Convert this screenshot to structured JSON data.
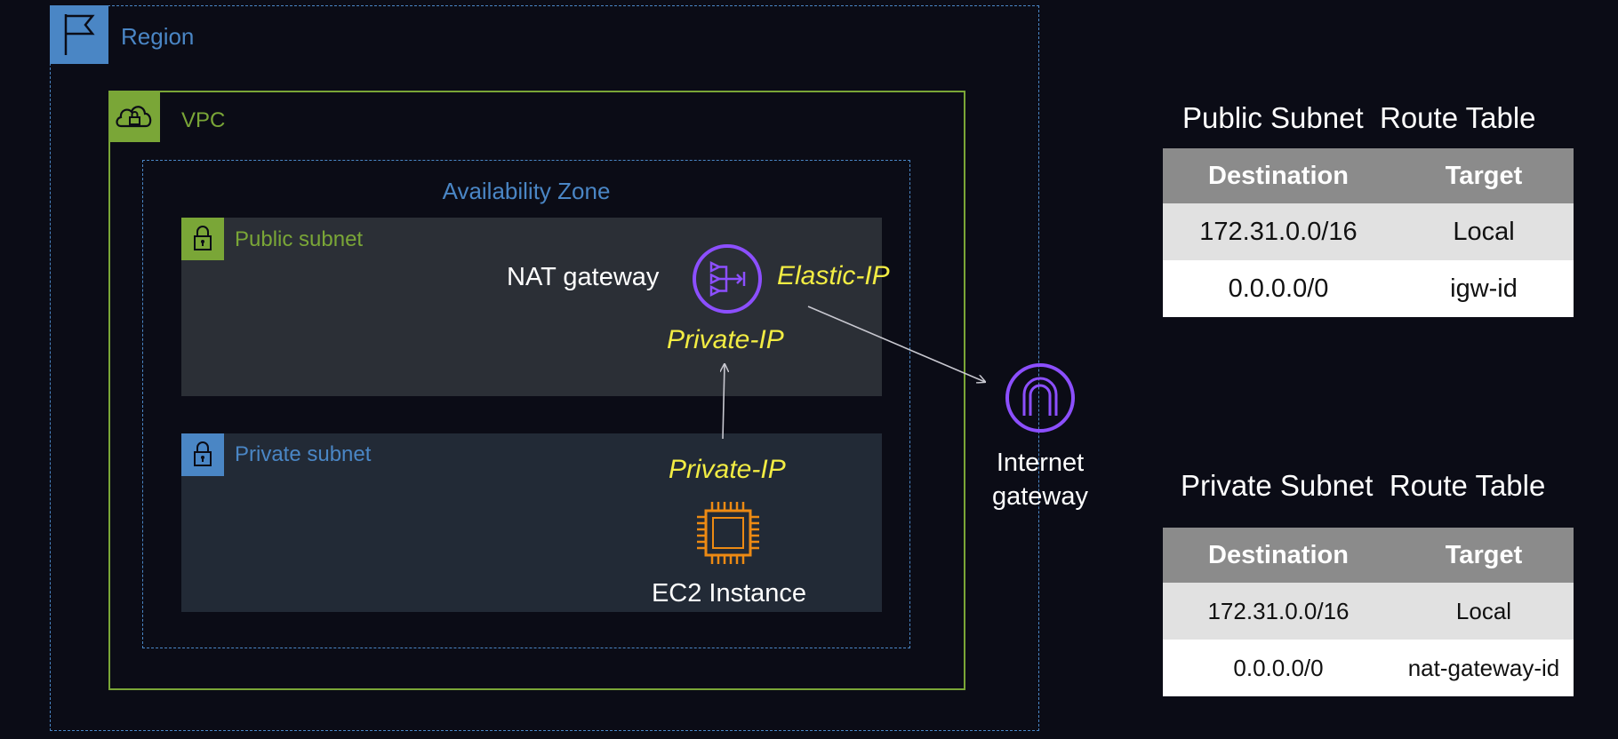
{
  "region": {
    "label": "Region",
    "color": "#4a86c5",
    "icon": "flag-icon"
  },
  "vpc": {
    "label": "VPC",
    "color": "#7aa637",
    "icon": "cloud-lock-icon"
  },
  "availability_zone": {
    "label": "Availability Zone"
  },
  "public_subnet": {
    "label": "Public subnet",
    "icon": "lock-icon"
  },
  "private_subnet": {
    "label": "Private subnet",
    "icon": "lock-icon"
  },
  "nat_gateway": {
    "label": "NAT gateway",
    "icon": "nat-gateway-icon",
    "elastic_ip": "Elastic-IP",
    "private_ip": "Private-IP"
  },
  "ec2": {
    "label": "EC2 Instance",
    "icon": "ec2-chip-icon",
    "private_ip": "Private-IP"
  },
  "internet_gateway": {
    "label_line1": "Internet",
    "label_line2": "gateway",
    "icon": "internet-gateway-icon"
  },
  "public_route_table": {
    "title_part1": "Public Subnet",
    "title_part2": "Route Table",
    "headers": [
      "Destination",
      "Target"
    ],
    "rows": [
      [
        "172.31.0.0/16",
        "Local"
      ],
      [
        "0.0.0.0/0",
        "igw-id"
      ]
    ]
  },
  "private_route_table": {
    "title_part1": "Private Subnet",
    "title_part2": "Route Table",
    "headers": [
      "Destination",
      "Target"
    ],
    "rows": [
      [
        "172.31.0.0/16",
        "Local"
      ],
      [
        "0.0.0.0/0",
        "nat-gateway-id"
      ]
    ]
  },
  "colors": {
    "background": "#0b0c16",
    "highlight_text": "#f2ec43",
    "nat_igw_purple": "#8c4fff",
    "ec2_orange": "#ed8a13",
    "table_header": "#8b8b8b"
  }
}
